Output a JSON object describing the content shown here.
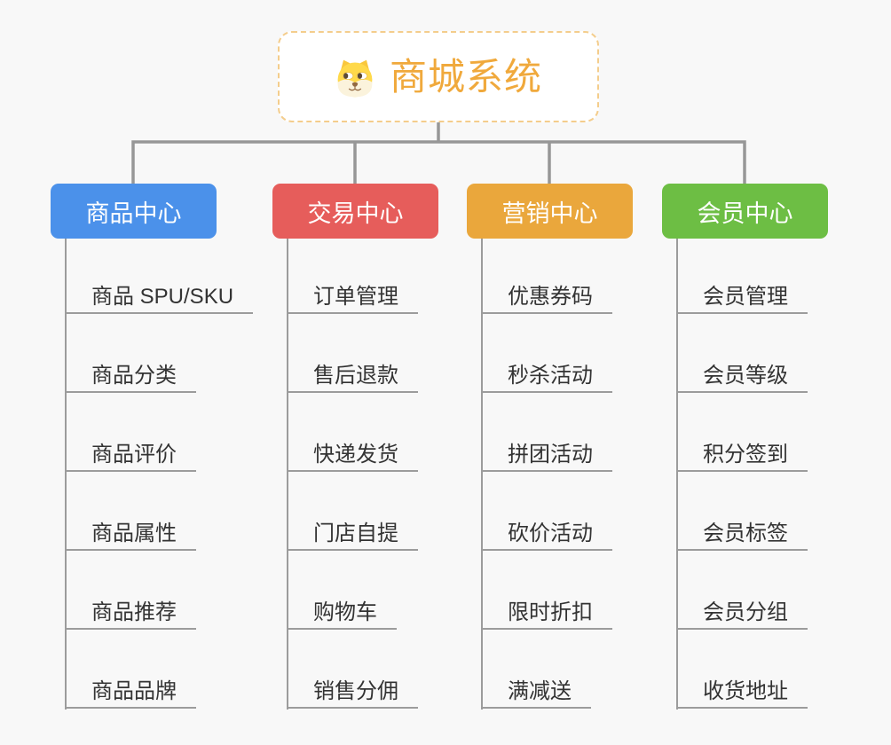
{
  "canvas": {
    "background": "#f8f8f8",
    "connector_color": "#979797",
    "child_line_color": "#9c9c9c"
  },
  "root": {
    "title": "商城系统",
    "icon": "shiba-dog-icon",
    "title_color": "#f0a93c",
    "border_color": "#f4cd8c"
  },
  "branches": [
    {
      "label": "商品中心",
      "color": "#4b91ea",
      "children": [
        "商品 SPU/SKU",
        "商品分类",
        "商品评价",
        "商品属性",
        "商品推荐",
        "商品品牌"
      ]
    },
    {
      "label": "交易中心",
      "color": "#e65d5b",
      "children": [
        "订单管理",
        "售后退款",
        "快递发货",
        "门店自提",
        "购物车",
        "销售分佣"
      ]
    },
    {
      "label": "营销中心",
      "color": "#eaa73c",
      "children": [
        "优惠券码",
        "秒杀活动",
        "拼团活动",
        "砍价活动",
        "限时折扣",
        "满减送"
      ]
    },
    {
      "label": "会员中心",
      "color": "#6dbe44",
      "children": [
        "会员管理",
        "会员等级",
        "积分签到",
        "会员标签",
        "会员分组",
        "收货地址"
      ]
    }
  ]
}
